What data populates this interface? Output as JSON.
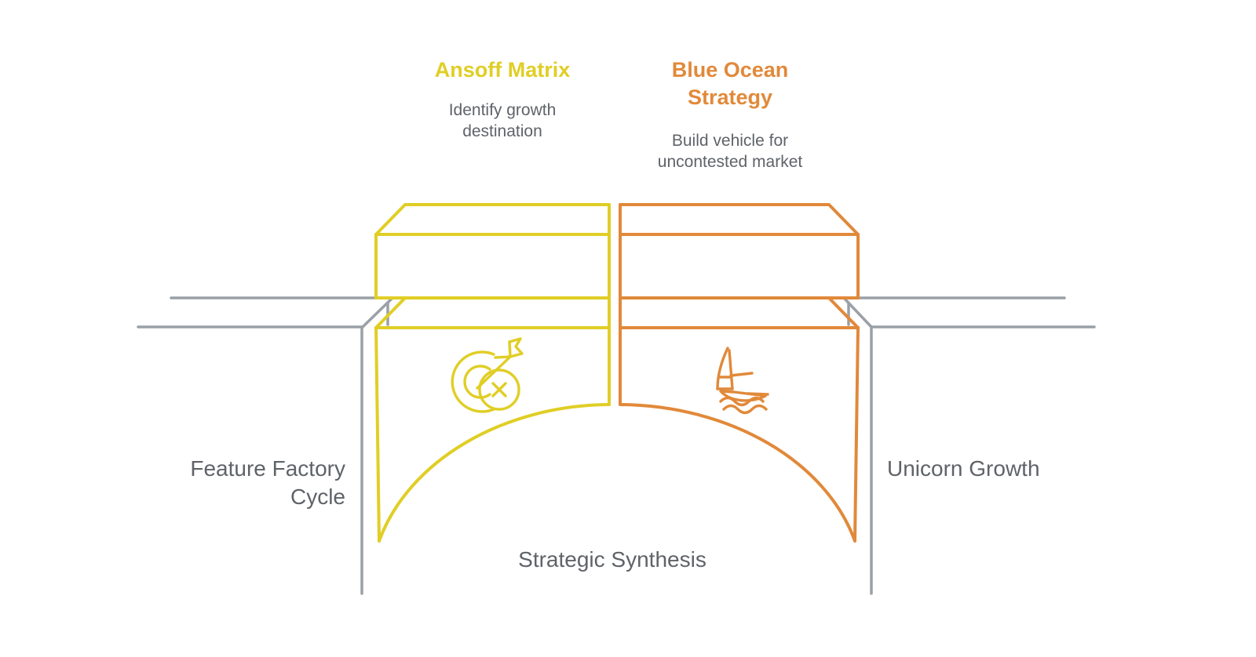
{
  "diagram": {
    "type": "strategic-framework-bridge",
    "background_color": "#FFFFFF",
    "colors": {
      "yellow": "#E0CE25",
      "orange": "#E1893A",
      "gray_line": "#9AA0A6",
      "text_gray": "#5F6368"
    },
    "left_pillar": {
      "title": "Ansoff Matrix",
      "subtitle": "Identify growth\ndestination",
      "icon": "target-dart-x-icon",
      "color": "#E0CE25"
    },
    "right_pillar": {
      "title": "Blue Ocean\nStrategy",
      "subtitle": "Build vehicle for\nuncontested market",
      "icon": "sailboat-waves-icon",
      "color": "#E1893A"
    },
    "left_side_label": "Feature Factory\nCycle",
    "right_side_label": "Unicorn Growth",
    "bottom_label": "Strategic Synthesis"
  }
}
